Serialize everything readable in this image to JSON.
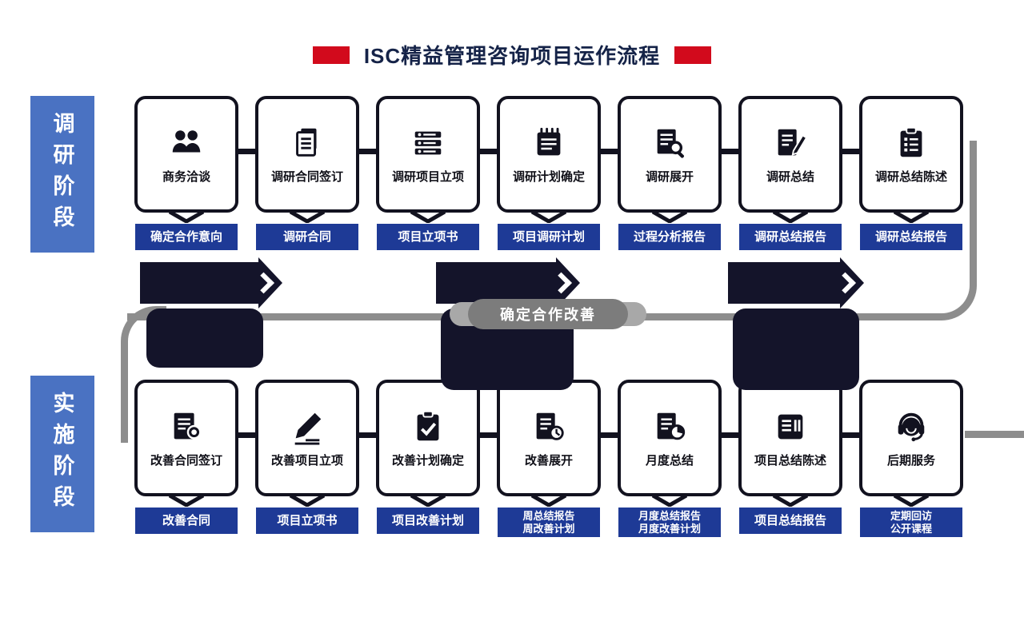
{
  "title": {
    "text": "ISC精益管理咨询项目运作流程"
  },
  "colors": {
    "accent_red": "#d20a1c",
    "badge_navy": "#1e3a96",
    "phase_blue": "#4a72c2",
    "connector_gray": "#8d8d8d",
    "arrow_dark": "#14142a",
    "ink": "#12121f"
  },
  "phases": [
    {
      "label": "调研阶段"
    },
    {
      "label": "实施阶段"
    }
  ],
  "rows": [
    {
      "phase": "调研阶段",
      "steps": [
        {
          "label": "商务洽谈",
          "icon": "people-icon",
          "badge": [
            "确定合作意向"
          ]
        },
        {
          "label": "调研合同签订",
          "icon": "documents-icon",
          "badge": [
            "调研合同"
          ]
        },
        {
          "label": "调研项目立项",
          "icon": "list-icon",
          "badge": [
            "项目立项书"
          ]
        },
        {
          "label": "调研计划确定",
          "icon": "notepad-icon",
          "badge": [
            "项目调研计划"
          ]
        },
        {
          "label": "调研展开",
          "icon": "doc-search-icon",
          "badge": [
            "过程分析报告"
          ]
        },
        {
          "label": "调研总结",
          "icon": "doc-edit-icon",
          "badge": [
            "调研总结报告"
          ]
        },
        {
          "label": "调研总结陈述",
          "icon": "clipboard-list-icon",
          "badge": [
            "调研总结报告"
          ]
        }
      ]
    },
    {
      "phase": "实施阶段",
      "steps": [
        {
          "label": "改善合同签订",
          "icon": "doc-stamp-icon",
          "badge": [
            "改善合同"
          ]
        },
        {
          "label": "改善项目立项",
          "icon": "pen-icon",
          "badge": [
            "项目立项书"
          ]
        },
        {
          "label": "改善计划确定",
          "icon": "clipboard-check-icon",
          "badge": [
            "项目改善计划"
          ]
        },
        {
          "label": "改善展开",
          "icon": "doc-clock-icon",
          "badge": [
            "周总结报告",
            "周改善计划"
          ]
        },
        {
          "label": "月度总结",
          "icon": "doc-chart-icon",
          "badge": [
            "月度总结报告",
            "月度改善计划"
          ]
        },
        {
          "label": "项目总结陈述",
          "icon": "doc-grid-icon",
          "badge": [
            "项目总结报告"
          ]
        },
        {
          "label": "后期服务",
          "icon": "headset-icon",
          "badge": [
            "定期回访",
            "公开课程"
          ]
        }
      ]
    }
  ],
  "middle": {
    "pill_label": "确定合作改善"
  }
}
